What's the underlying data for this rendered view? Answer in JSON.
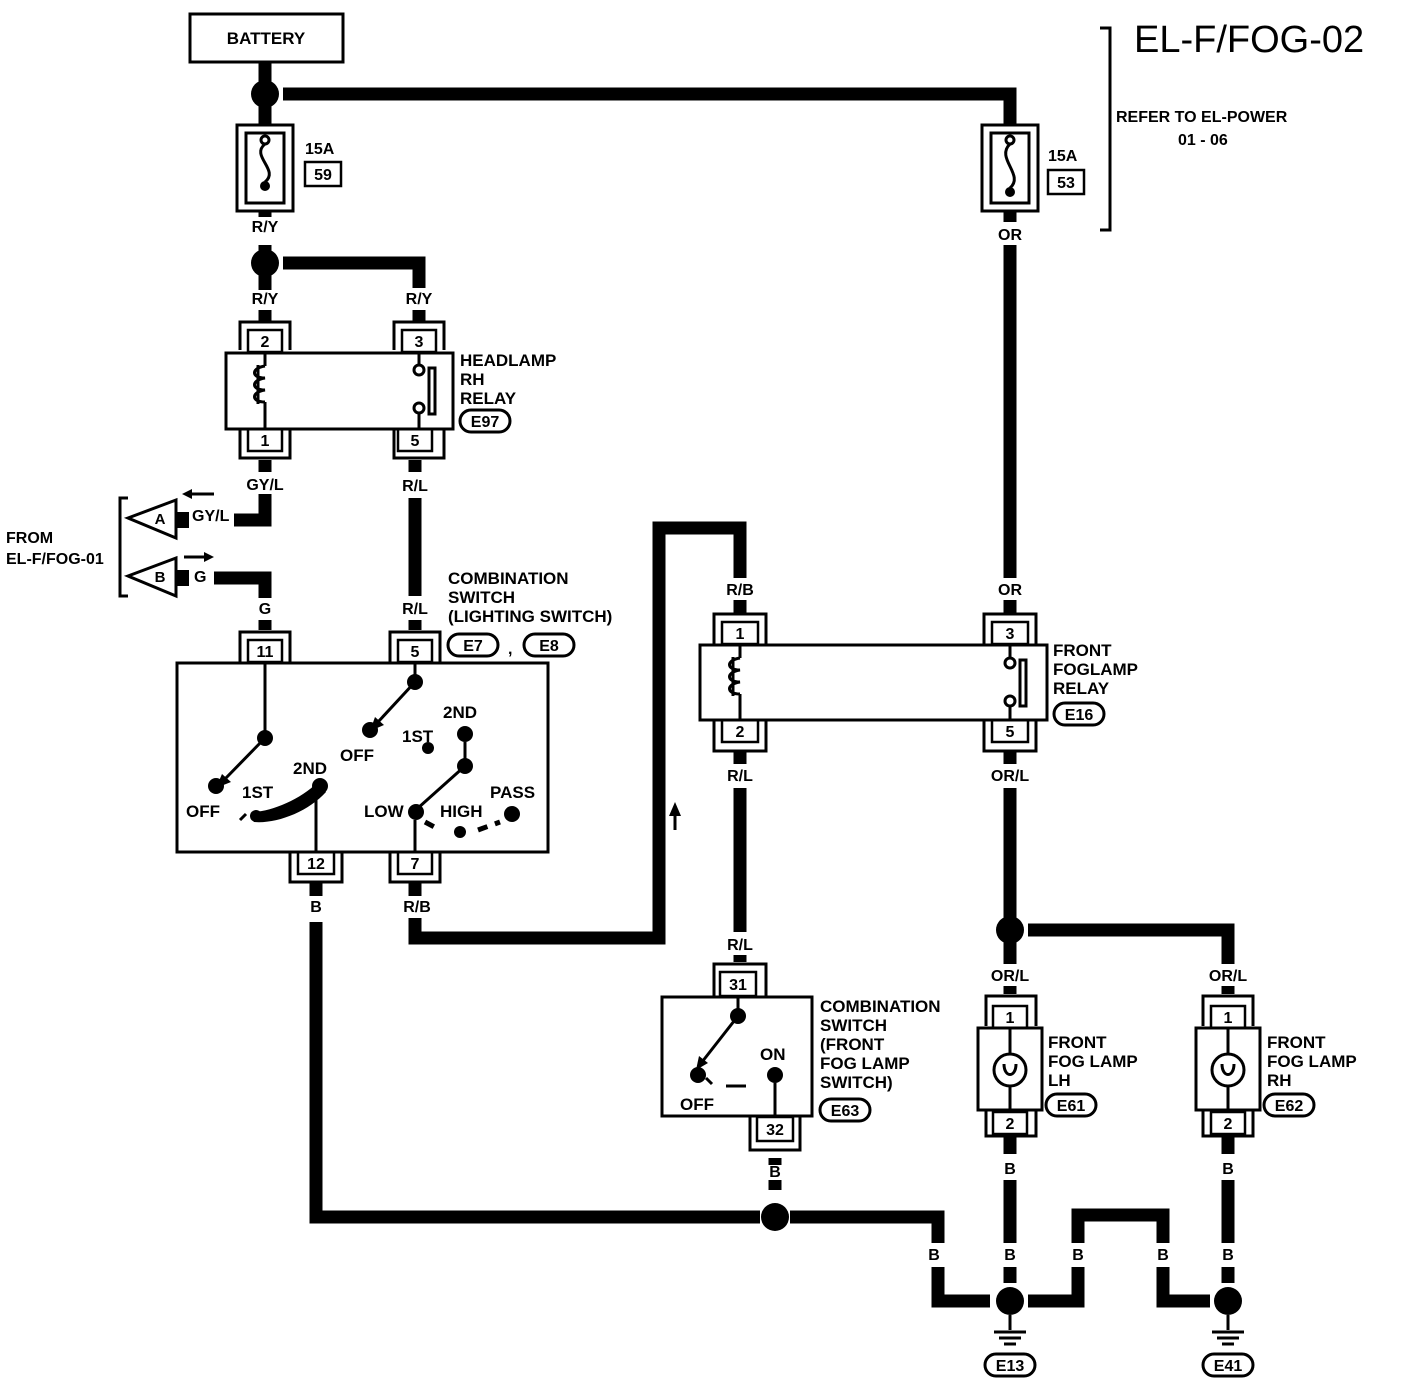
{
  "title": "EL-F/FOG-02",
  "battery_label": "BATTERY",
  "refer": {
    "line1": "REFER TO EL-POWER",
    "line2": "01 - 06"
  },
  "from": {
    "line1": "FROM",
    "line2": "EL-F/FOG-01"
  },
  "fuses": [
    {
      "amp": "15A",
      "number": "59"
    },
    {
      "amp": "15A",
      "number": "53"
    }
  ],
  "connectors": {
    "A": "A",
    "B": "B"
  },
  "wires": {
    "ry1": "R/Y",
    "ry2": "R/Y",
    "ry3": "R/Y",
    "or1": "OR",
    "or2": "OR",
    "gyl1": "GY/L",
    "gyl2": "GY/L",
    "rl1": "R/L",
    "rl2": "R/L",
    "rl3": "R/L",
    "rl4": "R/L",
    "g1": "G",
    "g2": "G",
    "rb1": "R/B",
    "rb2": "R/B",
    "orl1": "OR/L",
    "orl2": "OR/L",
    "orl3": "OR/L",
    "b_sw12": "B",
    "b_fog32": "B",
    "b_lh": "B",
    "b_rh": "B",
    "b_g1": "B",
    "b_g2": "B",
    "b_g3": "B",
    "b_g4": "B"
  },
  "headlamp_relay": {
    "name_lines": [
      "HEADLAMP",
      "RH",
      "RELAY"
    ],
    "code": "E97",
    "pins": [
      "2",
      "3",
      "1",
      "5"
    ]
  },
  "lighting_switch": {
    "name_lines": [
      "COMBINATION",
      "SWITCH",
      "(LIGHTING SWITCH)"
    ],
    "codes": [
      "E7",
      "E8"
    ],
    "separator": ",",
    "pins": [
      "11",
      "5",
      "12",
      "7"
    ],
    "positions": {
      "off_a": "OFF",
      "first_a": "1ST",
      "second_a": "2ND",
      "off_b": "OFF",
      "first_b": "1ST",
      "second_b": "2ND",
      "low": "LOW",
      "high": "HIGH",
      "pass": "PASS"
    }
  },
  "fog_relay": {
    "name_lines": [
      "FRONT",
      "FOGLAMP",
      "RELAY"
    ],
    "code": "E16",
    "pins": [
      "1",
      "3",
      "2",
      "5"
    ]
  },
  "fog_switch": {
    "name_lines": [
      "COMBINATION",
      "SWITCH",
      "(FRONT",
      "FOG LAMP",
      "SWITCH)"
    ],
    "code": "E63",
    "pins": [
      "31",
      "32"
    ],
    "positions": {
      "off": "OFF",
      "on": "ON"
    }
  },
  "fog_lamp_lh": {
    "name_lines": [
      "FRONT",
      "FOG LAMP",
      "LH"
    ],
    "code": "E61",
    "pins": [
      "1",
      "2"
    ]
  },
  "fog_lamp_rh": {
    "name_lines": [
      "FRONT",
      "FOG LAMP",
      "RH"
    ],
    "code": "E62",
    "pins": [
      "1",
      "2"
    ]
  },
  "grounds": [
    "E13",
    "E41"
  ]
}
